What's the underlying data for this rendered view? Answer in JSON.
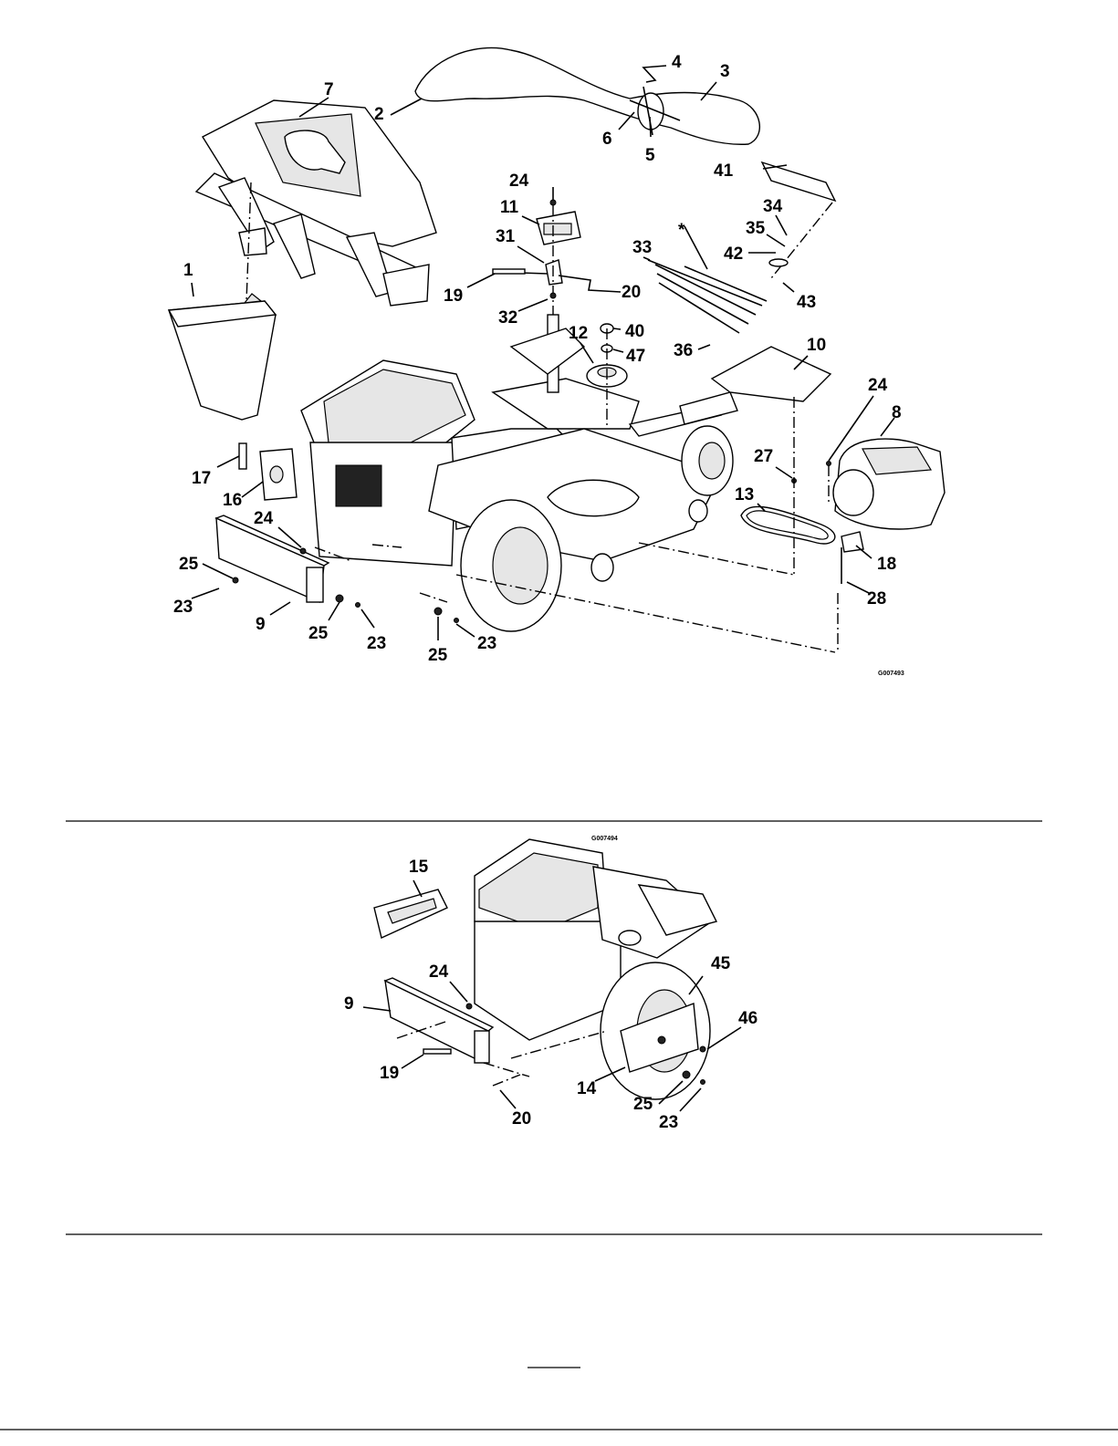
{
  "figure1": {
    "code": "G007493",
    "callouts": {
      "c1": "1",
      "c2": "2",
      "c3": "3",
      "c4": "4",
      "c5": "5",
      "c6": "6",
      "c7": "7",
      "c8": "8",
      "c9": "9",
      "c10": "10",
      "c11": "11",
      "c12": "12",
      "c13": "13",
      "c16": "16",
      "c17": "17",
      "c18": "18",
      "c19": "19",
      "c20": "20",
      "c23a": "23",
      "c23b": "23",
      "c23c": "23",
      "c24a": "24",
      "c24b": "24",
      "c24c": "24",
      "c25a": "25",
      "c25b": "25",
      "c25c": "25",
      "c27": "27",
      "c28": "28",
      "c31": "31",
      "c32": "32",
      "c33": "33",
      "c34": "34",
      "c35": "35",
      "c36": "36",
      "c40": "40",
      "c41": "41",
      "c42": "42",
      "c43": "43",
      "c47": "47",
      "star": "*"
    }
  },
  "figure2": {
    "code": "G007494",
    "callouts": {
      "c9": "9",
      "c14": "14",
      "c15": "15",
      "c19": "19",
      "c20": "20",
      "c23": "23",
      "c24": "24",
      "c25": "25",
      "c45": "45",
      "c46": "46"
    }
  }
}
